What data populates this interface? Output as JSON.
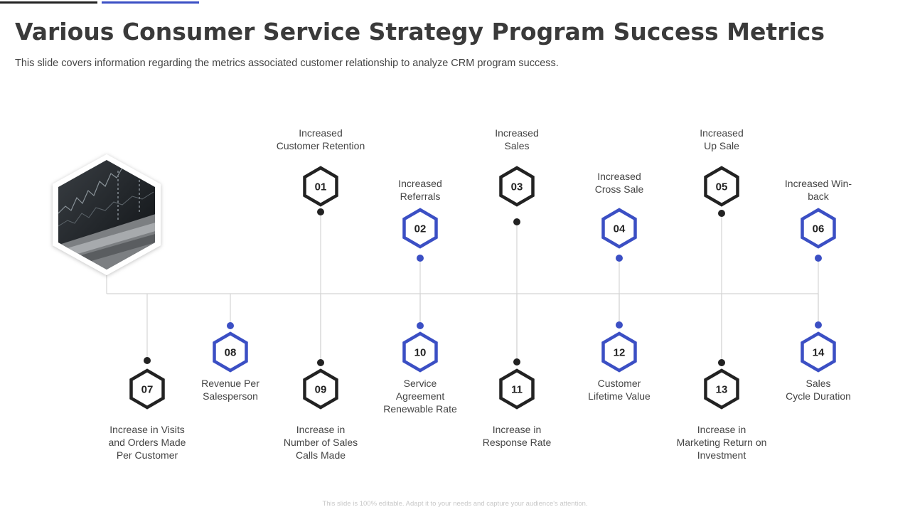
{
  "colors": {
    "dark": "#222222",
    "blue": "#3b4fc4",
    "line": "#d4d4d4",
    "topbar_dark": "#222222"
  },
  "title": "Various Consumer Service Strategy Program Success Metrics",
  "subtitle": "This slide covers information regarding the metrics associated customer relationship to analyze  CRM program success.",
  "image": {
    "icon": "laptop-stock-chart-photo"
  },
  "metrics": [
    {
      "number": "01",
      "lines": [
        "Increased",
        "Customer Retention"
      ],
      "color": "dark"
    },
    {
      "number": "02",
      "lines": [
        "Increased",
        "Referrals"
      ],
      "color": "blue"
    },
    {
      "number": "03",
      "lines": [
        "Increased",
        "Sales"
      ],
      "color": "dark"
    },
    {
      "number": "04",
      "lines": [
        "Increased",
        "Cross Sale"
      ],
      "color": "blue"
    },
    {
      "number": "05",
      "lines": [
        "Increased",
        "Up Sale"
      ],
      "color": "dark"
    },
    {
      "number": "06",
      "lines": [
        "Increased Win-",
        "back"
      ],
      "color": "blue"
    },
    {
      "number": "07",
      "lines": [
        "Increase in Visits",
        "and Orders Made",
        "Per Customer"
      ],
      "color": "dark"
    },
    {
      "number": "08",
      "lines": [
        "Revenue Per",
        "Salesperson"
      ],
      "color": "blue"
    },
    {
      "number": "09",
      "lines": [
        "Increase in",
        "Number of Sales",
        "Calls Made"
      ],
      "color": "dark"
    },
    {
      "number": "10",
      "lines": [
        "Service",
        "Agreement",
        "Renewable Rate"
      ],
      "color": "blue"
    },
    {
      "number": "11",
      "lines": [
        "Increase in",
        "Response Rate"
      ],
      "color": "dark"
    },
    {
      "number": "12",
      "lines": [
        "Customer",
        "Lifetime Value"
      ],
      "color": "blue"
    },
    {
      "number": "13",
      "lines": [
        "Increase in",
        "Marketing Return on",
        "Investment"
      ],
      "color": "dark"
    },
    {
      "number": "14",
      "lines": [
        "Sales",
        "Cycle Duration"
      ],
      "color": "blue"
    }
  ],
  "footer": "This slide is 100% editable. Adapt it to your needs and capture your audience's attention."
}
